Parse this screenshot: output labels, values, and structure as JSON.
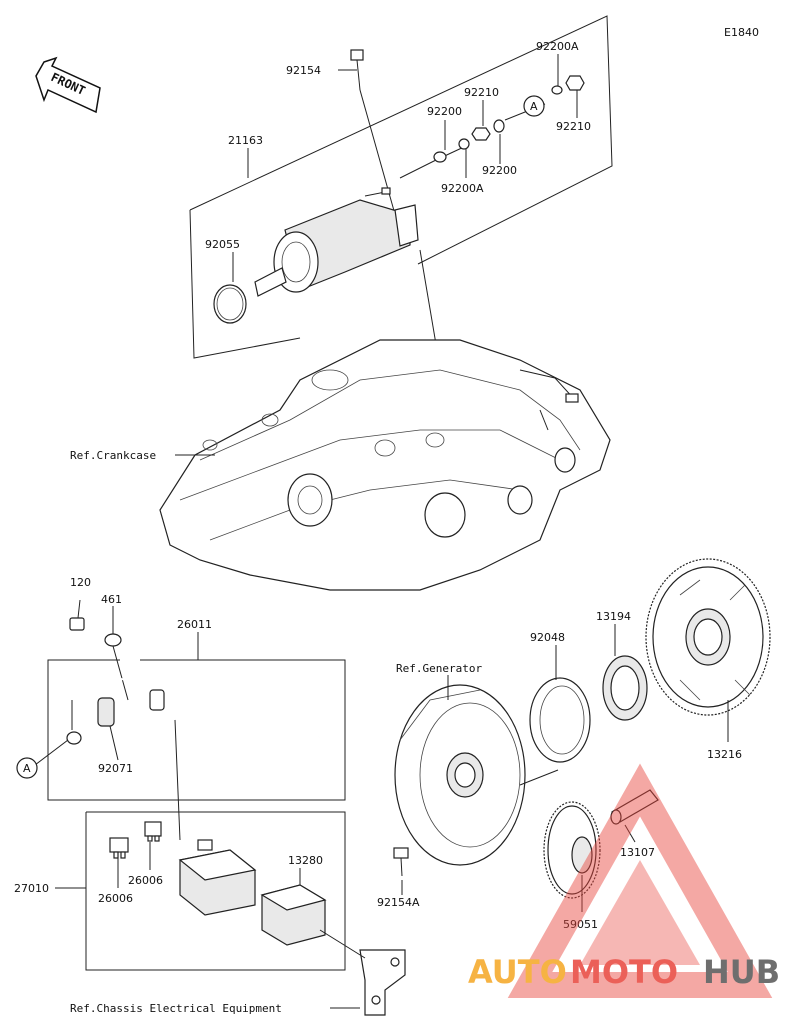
{
  "diagram_code": "E1840",
  "front_label": "FRONT",
  "callout_letter": "A",
  "parts": {
    "bolt_top": "92154",
    "washer_92200A_top": "92200A",
    "nut_92210_top": "92210",
    "washer_92200_left": "92200",
    "nut_92210_right": "92210",
    "washer_92200_right": "92200",
    "washer_92200A_bottom": "92200A",
    "starter_motor": "21163",
    "o_ring": "92055",
    "bolt_120": "120",
    "washer_461": "461",
    "cable_26011": "26011",
    "cover_92071": "92071",
    "clutch_13194": "13194",
    "washer_92048": "92048",
    "gear_13216": "13216",
    "shaft_13107": "13107",
    "bolt_92154A": "92154A",
    "gear_59051": "59051",
    "relay_13280": "13280",
    "fuse_26006_a": "26006",
    "fuse_26006_b": "26006",
    "relay_assy_27010": "27010"
  },
  "refs": {
    "crankcase": "Ref.Crankcase",
    "generator": "Ref.Generator",
    "chassis": "Ref.Chassis Electrical Equipment"
  },
  "watermark": {
    "part1": "AUTO",
    "part2": "MOTO",
    "part3": "HUB",
    "color_orange": "#f5a623",
    "color_red": "#e8453c",
    "color_grey": "#555555"
  }
}
